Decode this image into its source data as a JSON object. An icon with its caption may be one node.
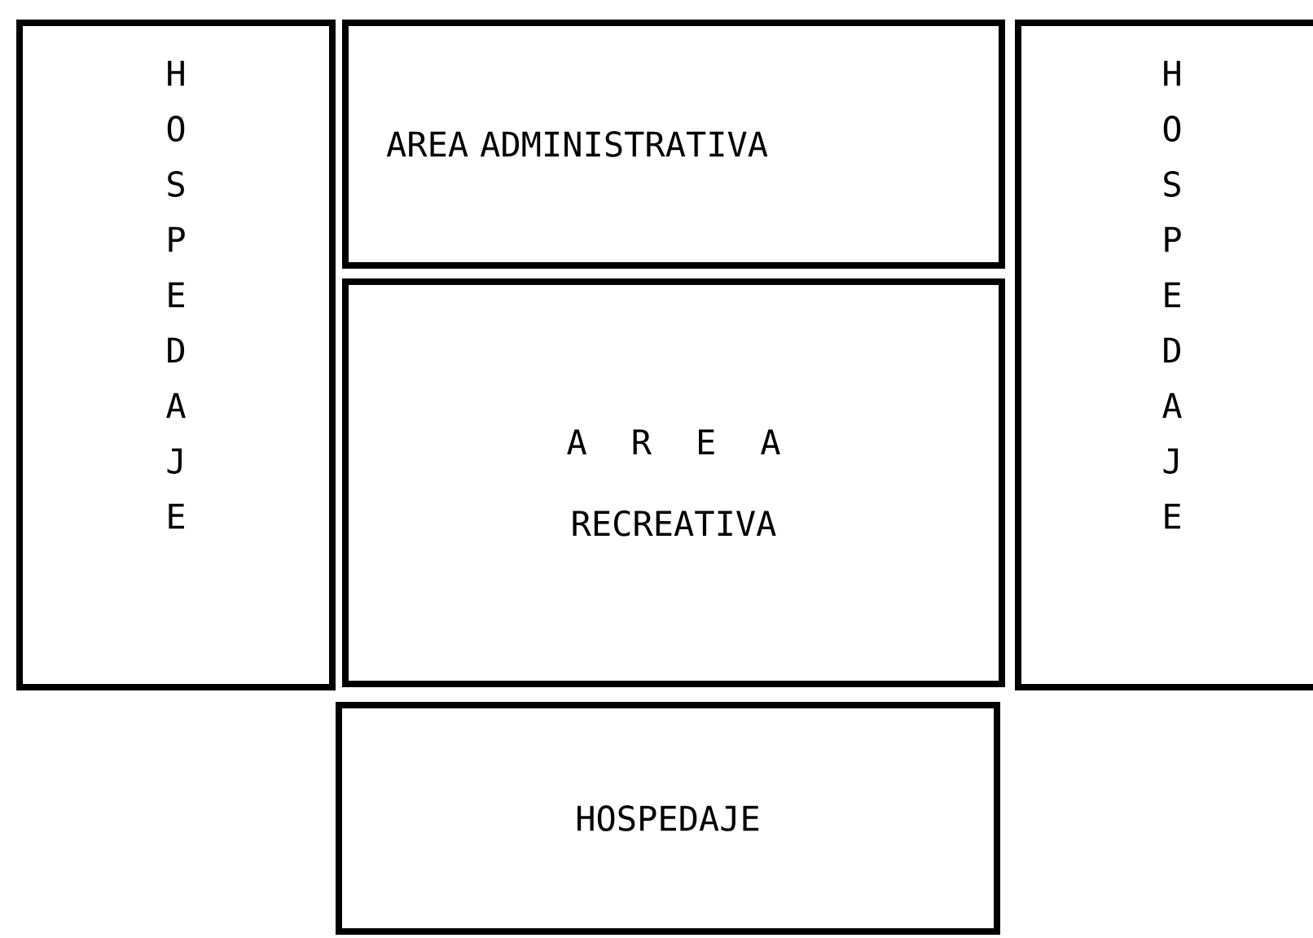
{
  "diagram": {
    "nodes": [
      {
        "text": [
          "H O S P E D A J E"
        ]
      },
      {
        "text": [
          "AREA ADMINISTRATIVA"
        ]
      },
      {
        "text": [
          "A R E A",
          "RECREATIVA"
        ]
      },
      {
        "text": [
          "H O S P E D A J E"
        ]
      },
      {
        "text": [
          "HOSPEDAJE"
        ]
      }
    ]
  }
}
